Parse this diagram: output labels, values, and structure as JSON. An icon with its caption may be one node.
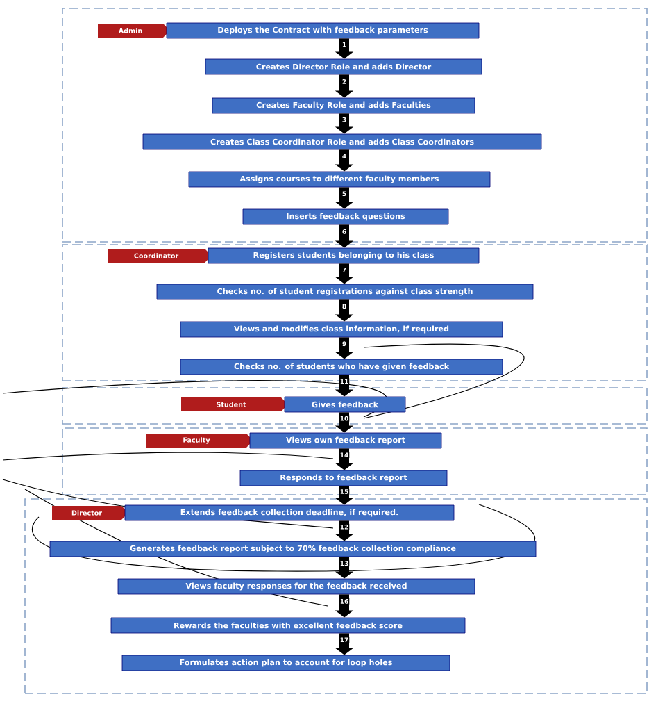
{
  "diagram": {
    "nodes": [
      {
        "text": [],
        "shape": "box"
      },
      {
        "text": [
          "Admin"
        ],
        "in": 0
      },
      {
        "text": [
          "Deploys the Contract with feedback parameters"
        ],
        "in": 0
      },
      {
        "text": [
          "Creates Director Role and adds Director"
        ],
        "in": 0
      },
      {
        "text": [
          "Creates Faculty Role and adds Faculties"
        ],
        "in": 0
      },
      {
        "text": [
          "Creates Class Coordinator Role and adds Class Coordinators"
        ],
        "in": 0
      },
      {
        "text": [
          "Assigns courses to different faculty members"
        ],
        "in": 0
      },
      {
        "text": [
          "Inserts feedback questions"
        ],
        "in": 0
      },
      {
        "text": [],
        "shape": "box"
      },
      {
        "text": [
          "Coordinator"
        ],
        "in": 8
      },
      {
        "text": [
          "Registers students belonging to his class"
        ],
        "in": 8
      },
      {
        "text": [
          "Checks no. of student registrations against class strength"
        ],
        "in": 8
      },
      {
        "text": [
          "Views and modifies class information, if required"
        ],
        "in": 8
      },
      {
        "text": [
          "Checks no. of students who have given feedback"
        ],
        "in": 8
      },
      {
        "text": [],
        "shape": "box"
      },
      {
        "text": [
          "Student"
        ],
        "in": 14
      },
      {
        "text": [
          "Gives feedback"
        ],
        "in": 14
      },
      {
        "text": [],
        "shape": "box"
      },
      {
        "text": [
          "Faculty"
        ],
        "in": 17
      },
      {
        "text": [
          "Views own feedback report"
        ],
        "in": 17
      },
      {
        "text": [
          "Responds to feedback report"
        ],
        "in": 17
      },
      {
        "text": [],
        "shape": "box"
      },
      {
        "text": [
          "Director"
        ],
        "in": 21
      },
      {
        "text": [
          "Extends feedback collection deadline, if required."
        ],
        "in": 21
      },
      {
        "text": [
          "Generates feedback report subject to 70% feedback collection compliance"
        ],
        "in": 21
      },
      {
        "text": [
          "Views faculty responses for the feedback received"
        ],
        "in": 21
      },
      {
        "text": [
          "Rewards the faculties with excellent feedback score"
        ],
        "in": 21
      },
      {
        "text": [
          "Formulates action plan to account for loop holes"
        ],
        "in": 21
      }
    ],
    "edges": [
      {
        "from": 2,
        "to": 3,
        "arrow": "to",
        "label": "1"
      },
      {
        "from": 3,
        "to": 4,
        "arrow": "to",
        "label": "2"
      },
      {
        "from": 4,
        "to": 5,
        "arrow": "to",
        "label": "3"
      },
      {
        "from": 5,
        "to": 6,
        "arrow": "to",
        "label": "4"
      },
      {
        "from": 6,
        "to": 7,
        "arrow": "to",
        "label": "5"
      },
      {
        "from": 7,
        "to": 10,
        "arrow": "to",
        "label": "6"
      },
      {
        "from": 10,
        "to": 11,
        "arrow": "to",
        "label": "7"
      },
      {
        "from": 11,
        "to": 12,
        "arrow": "to",
        "label": "8"
      },
      {
        "from": 12,
        "to": 13,
        "arrow": "to",
        "label": "9"
      },
      {
        "from": 13,
        "to": 16,
        "arrow": "to",
        "label": "11"
      },
      {
        "from": 16,
        "to": 19,
        "arrow": "to",
        "label": "10"
      },
      {
        "from": 19,
        "to": 20,
        "arrow": "to",
        "label": "14"
      },
      {
        "from": 20,
        "to": 23,
        "arrow": "to",
        "label": "15"
      },
      {
        "from": 23,
        "to": 24,
        "arrow": "to",
        "label": "12"
      },
      {
        "from": 24,
        "to": 25,
        "arrow": "to",
        "label": "13"
      },
      {
        "from": 25,
        "to": 26,
        "arrow": "to",
        "label": "16"
      },
      {
        "from": 26,
        "to": 27,
        "arrow": "to",
        "label": "17"
      }
    ]
  }
}
